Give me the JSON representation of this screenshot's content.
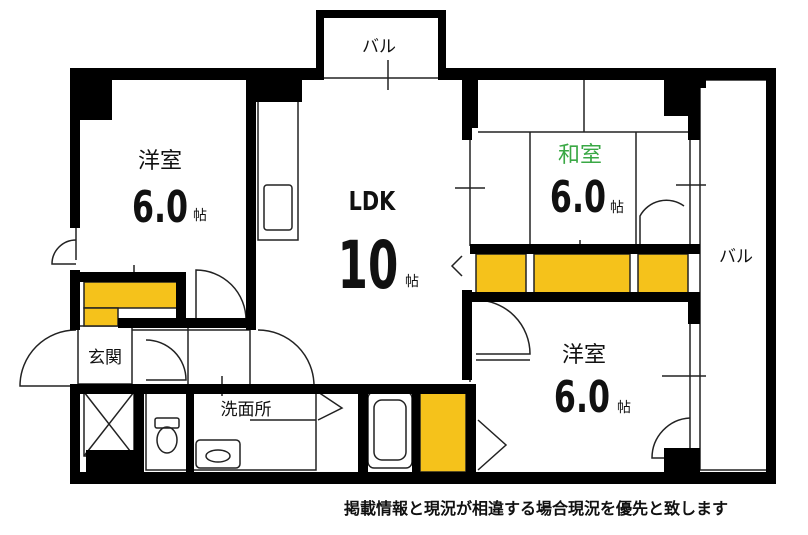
{
  "rooms": {
    "western_room_upper": {
      "name": "洋室",
      "size": "6.0",
      "unit": "帖"
    },
    "ldk": {
      "name": "LDK",
      "size": "10",
      "unit": "帖"
    },
    "japanese_room": {
      "name": "和室",
      "size": "6.0",
      "unit": "帖",
      "name_color": "#3aa845"
    },
    "western_room_lower": {
      "name": "洋室",
      "size": "6.0",
      "unit": "帖"
    }
  },
  "labels": {
    "balcony_top": "バル",
    "balcony_right": "バル",
    "entrance": "玄関",
    "washroom": "洗面所"
  },
  "disclaimer": "掲載情報と現況が相違する場合現況を優先と致します",
  "colors": {
    "wall": "#000000",
    "storage": "#f5c21b",
    "background": "#ffffff",
    "line": "#222222"
  }
}
